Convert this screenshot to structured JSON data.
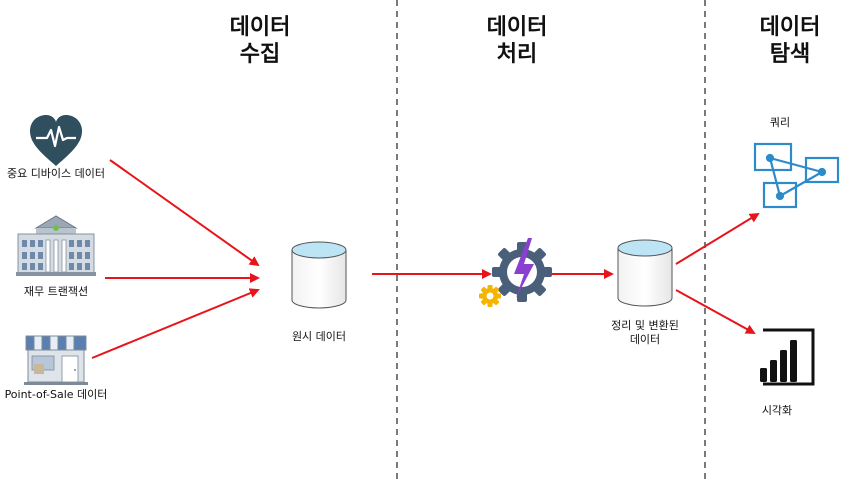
{
  "sections": {
    "ingest": {
      "line1": "데이터",
      "line2": "수집"
    },
    "process": {
      "line1": "데이터",
      "line2": "처리"
    },
    "explore": {
      "line1": "데이터",
      "line2": "탐색"
    }
  },
  "sources": [
    {
      "label": "중요 디바이스 데이터",
      "icon": "heart-monitor-icon"
    },
    {
      "label": "재무 트랜잭션",
      "icon": "bank-building-icon"
    },
    {
      "label": "Point-of-Sale 데이터",
      "icon": "store-icon"
    }
  ],
  "raw_store": {
    "label": "원시 데이터",
    "icon": "database-cylinder-icon"
  },
  "processor": {
    "icon": "gear-lightning-icon"
  },
  "clean_store": {
    "line1": "정리 및 변환된",
    "line2": "데이터",
    "icon": "database-cylinder-icon"
  },
  "outputs": [
    {
      "label": "쿼리",
      "icon": "query-diagram-icon"
    },
    {
      "label": "시각화",
      "icon": "power-bi-icon"
    }
  ],
  "colors": {
    "arrow": "#e8141b",
    "cylinder_top": "#bde4f5",
    "cylinder_body": "#ffffff",
    "heart": "#2f4f5f",
    "gear": "#4a5f7a",
    "bolt": "#8a3fd0",
    "small_gear": "#f5b400",
    "query": "#2e8bc9"
  }
}
